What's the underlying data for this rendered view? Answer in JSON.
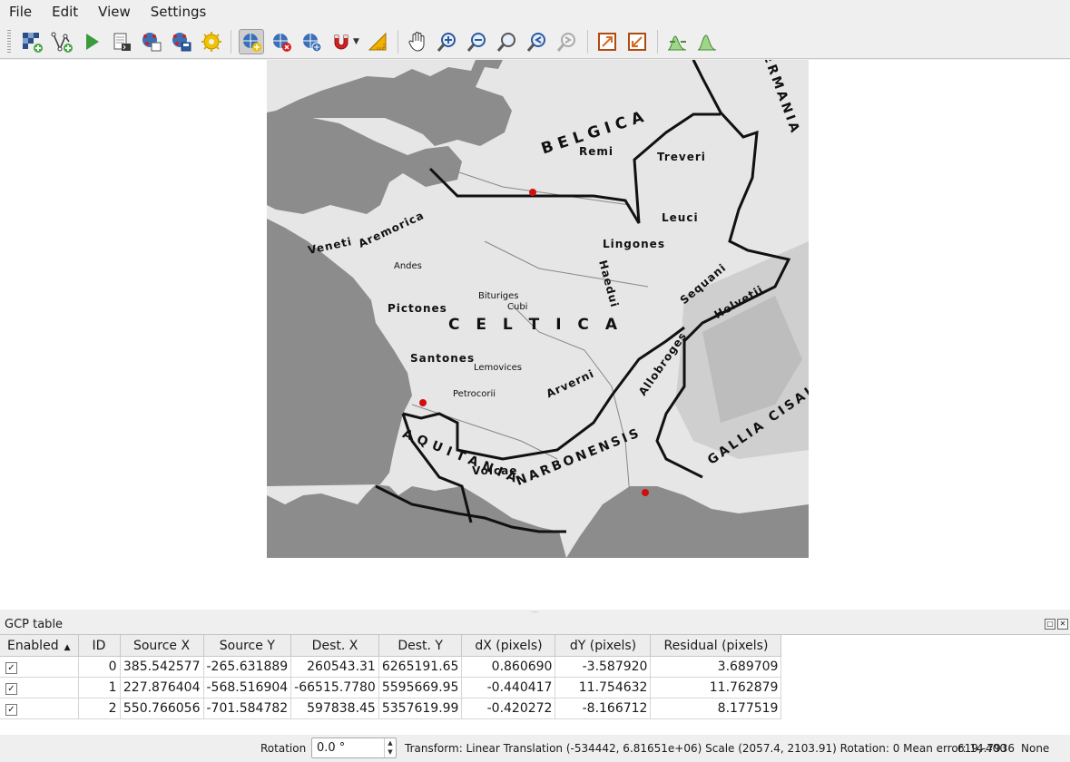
{
  "menu": [
    "File",
    "Edit",
    "View",
    "Settings"
  ],
  "toolbar": [
    {
      "icon": "open-raster-icon"
    },
    {
      "icon": "start-georeferencing-icon"
    },
    {
      "icon": "run-icon"
    },
    {
      "icon": "generate-gdal-script-icon"
    },
    {
      "icon": "load-gcp-points-icon"
    },
    {
      "icon": "save-gcp-points-icon"
    },
    {
      "icon": "transformation-settings-icon"
    },
    {
      "icon": "add-point-icon",
      "active": true
    },
    {
      "icon": "delete-point-icon"
    },
    {
      "icon": "move-gcp-point-icon"
    },
    {
      "icon": "snapping-magnet-icon"
    },
    {
      "icon": "full-histogram-stretch-icon"
    },
    {
      "icon": "pan-hand-icon"
    },
    {
      "icon": "zoom-in-icon"
    },
    {
      "icon": "zoom-out-icon"
    },
    {
      "icon": "zoom-to-layer-icon"
    },
    {
      "icon": "zoom-last-icon"
    },
    {
      "icon": "zoom-next-icon"
    },
    {
      "icon": "link-georeferencer-to-qgis-icon"
    },
    {
      "icon": "link-qgis-to-georeferencer-icon"
    },
    {
      "icon": "local-histogram-stretch-icon"
    },
    {
      "icon": "histogram-stretch-icon"
    }
  ],
  "map": {
    "labels": {
      "celtica": "C E L T I C A",
      "belgica": "BELGICA",
      "aquitania": "AQUITANIA",
      "narbonensis": "NARBONENSIS",
      "gallia_cisalpina": "GALLIA CISALPINA",
      "germania": "ERMANIA",
      "armorica": "Aremorica",
      "treveri": "Treveri",
      "leuci": "Leuci",
      "lingones": "Lingones",
      "pictones": "Pictones",
      "santones": "Santones",
      "lemovices": "Lemovices",
      "arverni": "Arverni",
      "veneti": "Veneti",
      "andes": "Andes",
      "bituriges": "Bituriges",
      "cubi": "Cubi",
      "remi": "Remi",
      "sequani": "Sequani",
      "helvetii": "Helvetii",
      "volcae": "Volcae",
      "allobroges": "Allobroges",
      "aedui": "Haedui",
      "petrocorii": "Petrocorii"
    }
  },
  "gcp": {
    "title": "GCP table",
    "columns": [
      "Enabled",
      "ID",
      "Source X",
      "Source Y",
      "Dest. X",
      "Dest. Y",
      "dX (pixels)",
      "dY (pixels)",
      "Residual (pixels)"
    ],
    "rows": [
      {
        "enabled": true,
        "id": "0",
        "source_x": "385.542577",
        "source_y": "-265.631889",
        "dest_x": "260543.31",
        "dest_y": "6265191.65",
        "dx": "0.860690",
        "dy": "-3.587920",
        "residual": "3.689709"
      },
      {
        "enabled": true,
        "id": "1",
        "source_x": "227.876404",
        "source_y": "-568.516904",
        "dest_x": "-66515.7780",
        "dest_y": "5595669.95",
        "dx": "-0.440417",
        "dy": "11.754632",
        "residual": "11.762879"
      },
      {
        "enabled": true,
        "id": "2",
        "source_x": "550.766056",
        "source_y": "-701.584782",
        "dest_x": "597838.45",
        "dest_y": "5357619.99",
        "dx": "-0.420272",
        "dy": "-8.166712",
        "residual": "8.177519"
      }
    ]
  },
  "status": {
    "rotation_label": "Rotation",
    "rotation_value": "0.0 °",
    "transform": "Transform: Linear Translation (-534442, 6.81651e+06) Scale (2057.4, 2103.91) Rotation: 0 Mean error: 14.7936",
    "coords": "619,-400",
    "crs": "None"
  },
  "colors": {
    "accent": "#3b6fb6",
    "gcp_marker": "#d01010"
  }
}
